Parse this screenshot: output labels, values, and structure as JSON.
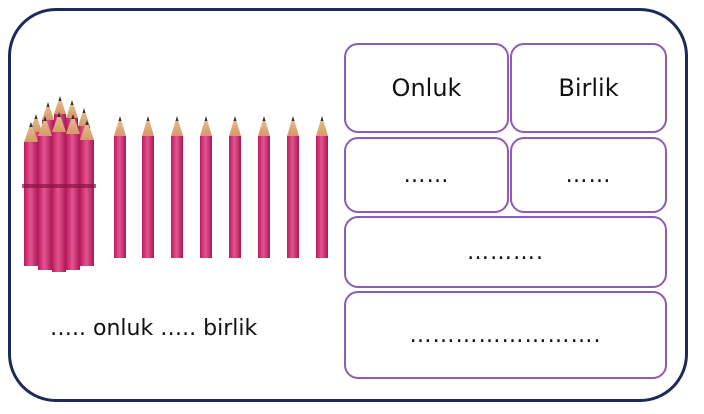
{
  "caption": {
    "text": "….. onluk ….. birlik"
  },
  "table": {
    "header_onluk": "Onluk",
    "header_birlik": "Birlik",
    "onluk_blank": "……",
    "birlik_blank": "……",
    "total_blank": "……….",
    "word_blank": "……………………."
  },
  "figure": {
    "pencil_color": "#d7397f",
    "bundle_count": 10,
    "single_pencils": 8
  },
  "colors": {
    "frame_border": "#1c2a5a",
    "cell_border": "#8d5bb8"
  }
}
